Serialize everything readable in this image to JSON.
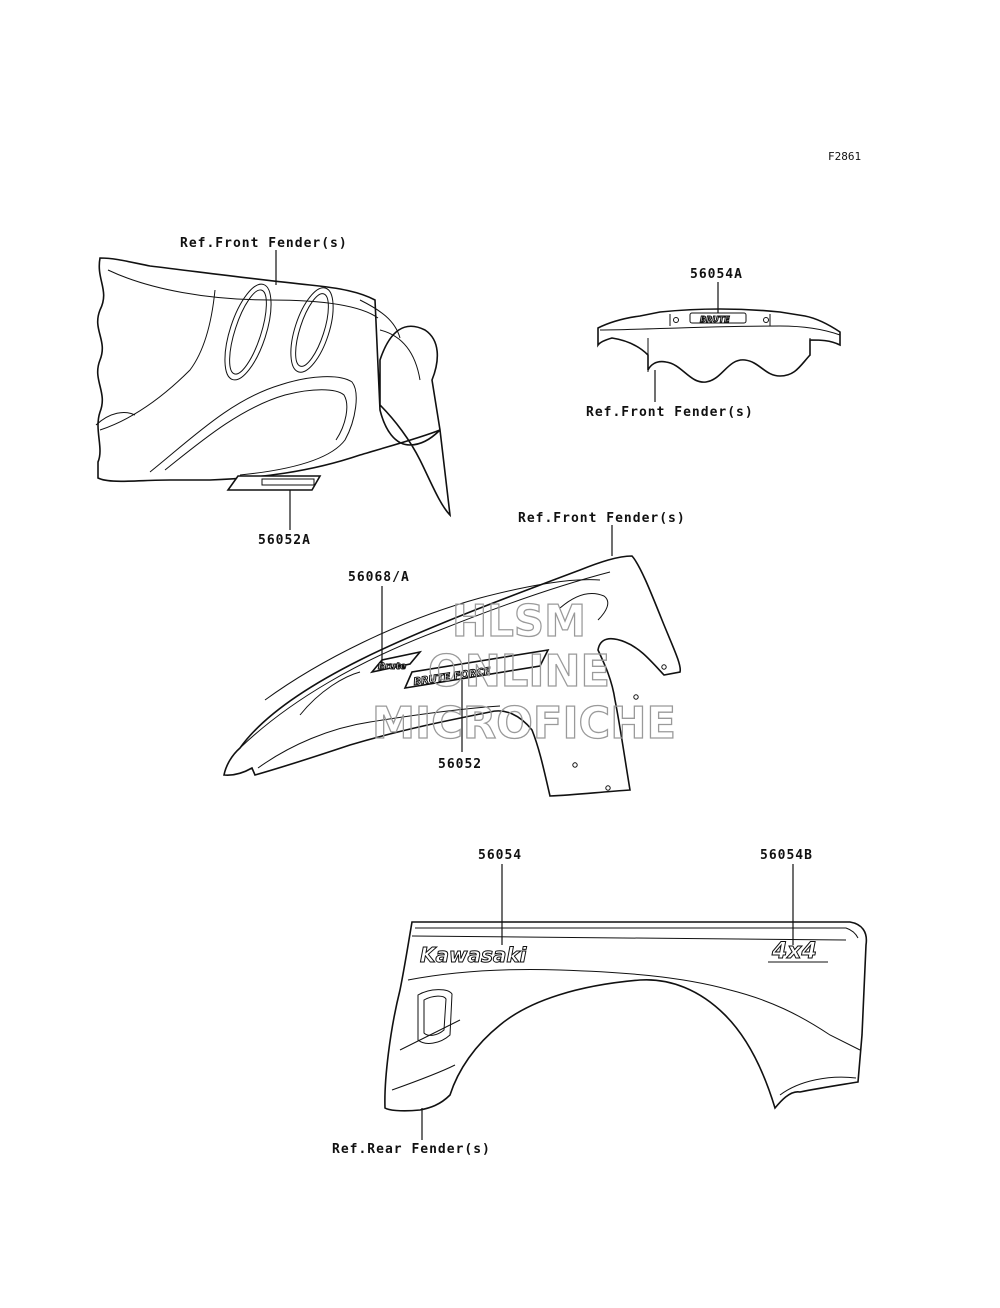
{
  "figure_id": "F2861",
  "labels": {
    "ref_front_fender_1": "Ref.Front Fender(s)",
    "ref_front_fender_2": "Ref.Front Fender(s)",
    "ref_front_fender_3": "Ref.Front Fender(s)",
    "ref_rear_fender": "Ref.Rear Fender(s)",
    "part_56052A": "56052A",
    "part_56054A": "56054A",
    "part_56068A": "56068/A",
    "part_56052": "56052",
    "part_56054": "56054",
    "part_56054B": "56054B"
  },
  "decals": {
    "kawasaki": "Kawasaki",
    "four_by_four": "4x4",
    "brute": "BRUTE FORCE"
  },
  "watermark": {
    "line1": "HLSM",
    "line2": "ONLINE",
    "line3": "MICROFICHE"
  }
}
